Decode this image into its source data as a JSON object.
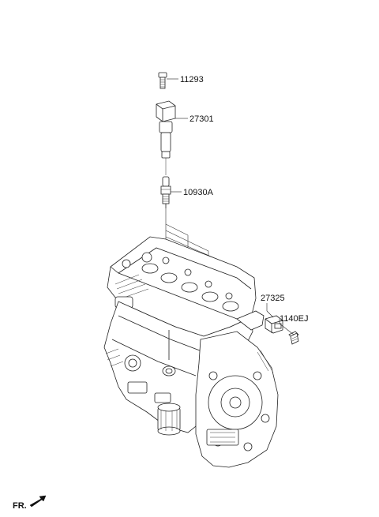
{
  "parts": {
    "bolt": "11293",
    "ignition_coil": "27301",
    "spark_plug": "10930A",
    "knock_sensor": "27325",
    "sensor_bolt": "1140EJ"
  },
  "direction_label": "FR."
}
